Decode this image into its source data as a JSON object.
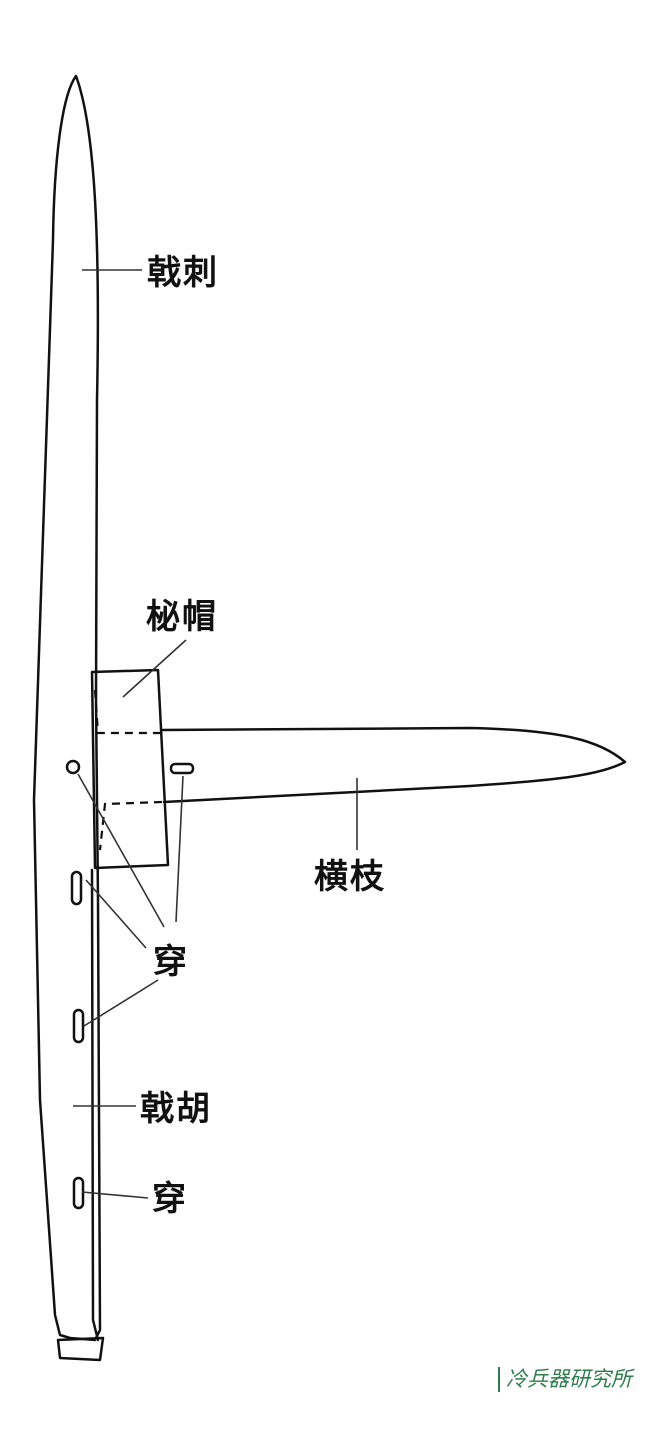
{
  "labels": {
    "ji_ci": "戟刺",
    "bi_mao": "柲帽",
    "heng_zhi": "横枝",
    "chuan_1": "穿",
    "ji_hu": "戟胡",
    "chuan_2": "穿"
  },
  "watermark": "冷兵器研究所"
}
